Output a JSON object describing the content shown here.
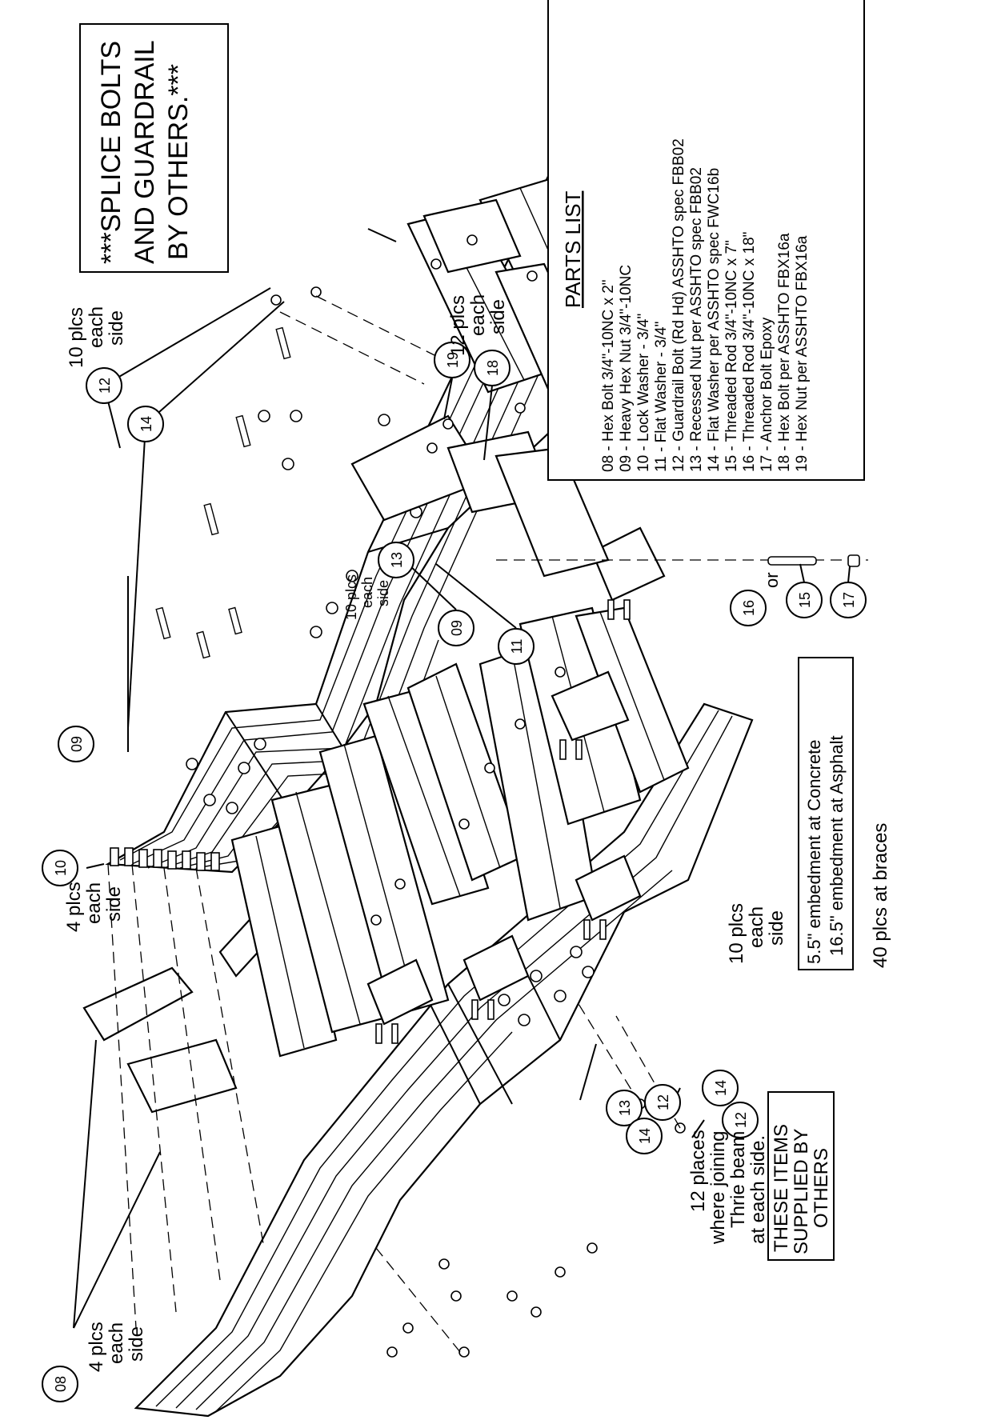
{
  "drawing": {
    "splice_note": [
      "***SPLICE BOLTS",
      "AND GUARDRAIL",
      "BY OTHERS.***"
    ],
    "parts_list": {
      "title": "PARTS LIST",
      "items": [
        "08 - Hex Bolt 3/4\"-10NC x 2\"",
        "09 - Heavy Hex Nut 3/4\"-10NC",
        "10 - Lock Washer - 3/4\"",
        "11 - Flat Washer - 3/4\"",
        "12 - Guardrail Bolt (Rd Hd) ASSHTO spec FBB02",
        "13 - Recessed Nut per ASSHTO spec FBB02",
        "14 - Flat Washer per ASSHTO spec FWC16b",
        "15 - Threaded Rod 3/4\"-10NC x 7\"",
        "16 - Threaded Rod 3/4\"-10NC x 18\"",
        "17 - Anchor Bolt Epoxy",
        "18 - Hex Bolt per ASSHTO FBX16a",
        "19 - Hex Nut per ASSHTO FBX16a"
      ]
    },
    "callouts": {
      "plcs_10_top": [
        "10 plcs",
        "each",
        "side"
      ],
      "plcs_12_right": [
        "12 plcs",
        "each",
        "side"
      ],
      "plcs_10_mid": [
        "10 plcs",
        "each",
        "side"
      ],
      "plcs_4_left_top": [
        "4 plcs",
        "each",
        "side"
      ],
      "plcs_4_left_bottom": [
        "4 plcs",
        "each",
        "side"
      ],
      "plcs_10_bottom": [
        "10 plcs",
        "each",
        "side"
      ],
      "places_12_joining": [
        "12 places",
        "where joining",
        "Thrie beam",
        "at each side."
      ],
      "plcs_40_braces": "40 plcs at braces",
      "or": "or"
    },
    "embedment_note": [
      "5.5\" embedment at Concrete",
      "16.5\" embedment at Asphalt"
    ],
    "supplied_note": [
      "THESE ITEMS",
      "SUPPLIED BY",
      "OTHERS"
    ],
    "bubbles": {
      "b08": "08",
      "b09": "09",
      "b09b": "09",
      "b10": "10",
      "b11": "11",
      "b12a": "12",
      "b12b": "12",
      "b12c": "12",
      "b13a": "13",
      "b13b": "13",
      "b14a": "14",
      "b14b": "14",
      "b14c": "14",
      "b15": "15",
      "b16": "16",
      "b17": "17",
      "b18": "18",
      "b19": "19"
    }
  }
}
